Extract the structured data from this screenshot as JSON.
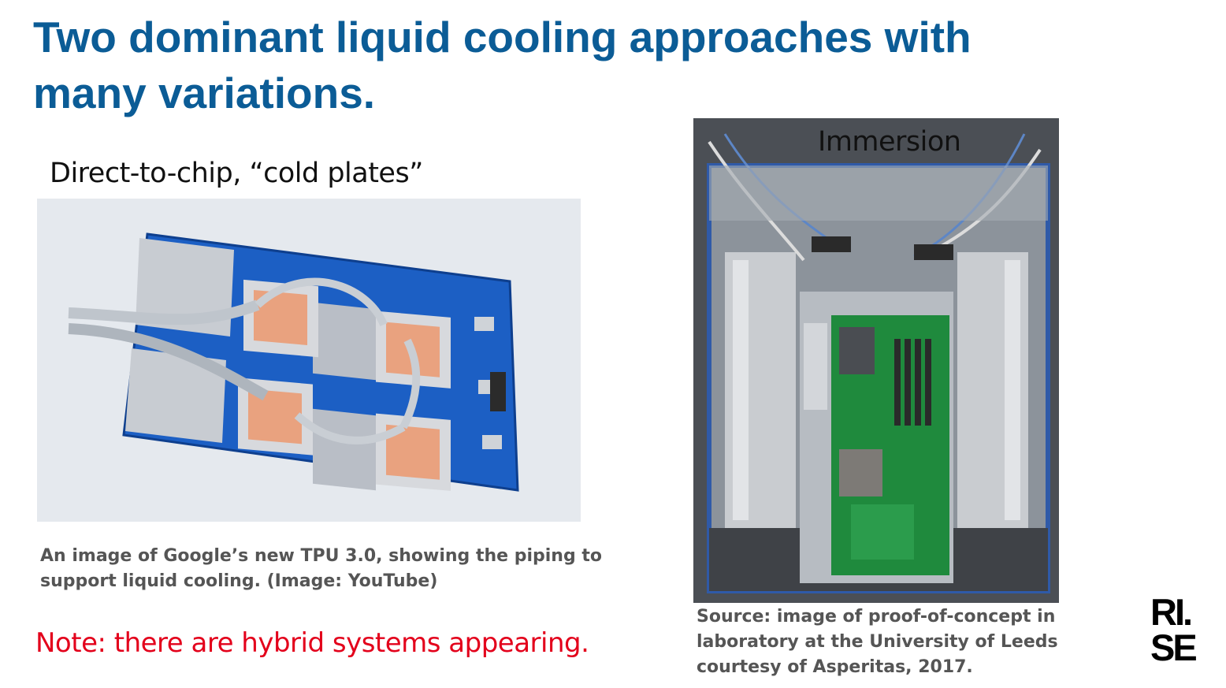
{
  "slide": {
    "title": "Two dominant liquid cooling approaches with many variations.",
    "left_label": "Direct-to-chip, “cold plates”",
    "right_label": "Immersion",
    "left_caption": "An image of Google’s new TPU 3.0, showing the piping to support liquid cooling. (Image: YouTube)",
    "right_caption": "Source: image of proof-of-concept in laboratory at the University of Leeds courtesy of Asperitas, 2017.",
    "note": "Note: there are hybrid systems appearing.",
    "logo_line1": "RI.",
    "logo_line2": "SE"
  },
  "colors": {
    "title": "#0b5c96",
    "note": "#e3001b",
    "caption": "#555555",
    "board": "#1c5fc4",
    "copper": "#e9a27f"
  },
  "images": {
    "left_photo": "tpu-board-with-cold-plates",
    "right_photo": "immersion-tank-with-server-board"
  }
}
